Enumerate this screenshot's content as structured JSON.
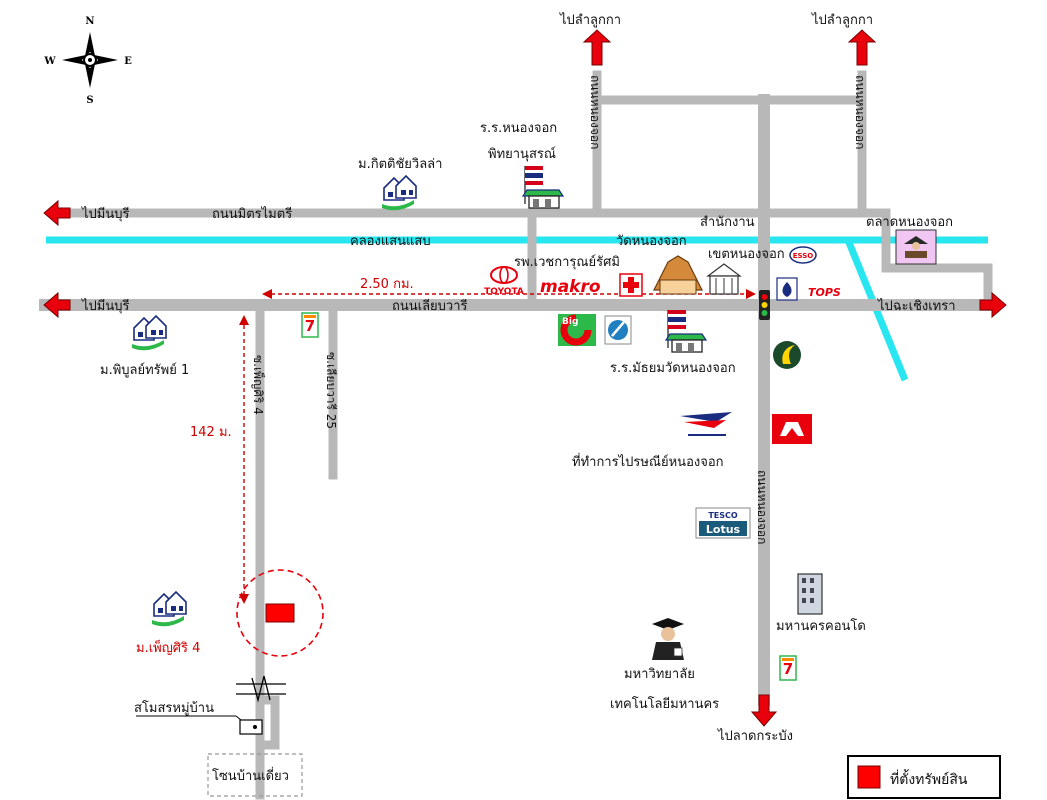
{
  "compass": {
    "n": "N",
    "s": "S",
    "e": "E",
    "w": "W"
  },
  "roads": {
    "mittraphap": "ถนนมิตรไมตรี",
    "liap_warri": "ถนนเลียบวารี",
    "canal": "คลองแสนแสบ",
    "soi_phenpsiri4": "ซ.เพ็ญศิริ 4",
    "soi_liapwari25": "ซ.เลียบวารี 25",
    "nong_chok_rd_1": "ถนนหนองจอก",
    "nong_chok_rd_2": "ถนนหนองจอก",
    "nong_chok_rd_3": "ถนนหนองจอก"
  },
  "directions": {
    "to_lam_luk_ka_1": "ไปลำลูกกา",
    "to_lam_luk_ka_2": "ไปลำลูกกา",
    "to_min_buri_1": "ไปมีนบุรี",
    "to_min_buri_2": "ไปมีนบุรี",
    "to_chachoengsao": "ไปฉะเชิงเทรา",
    "to_lat_krabang": "ไปลาดกระบัง"
  },
  "distances": {
    "main": "2.50 กม.",
    "soi": "142 ม."
  },
  "places": {
    "school_1a": "ร.ร.หนองจอก",
    "school_1b": "พิทยานุสรณ์",
    "kitchai_villa": "ม.กิตติชัยวิลล่า",
    "office_a": "สำนักงาน",
    "office_b": "เขตหนองจอก",
    "market": "ตลาดหนองจอก",
    "wat": "วัดหนองจอก",
    "hospital": "รพ.เวชการุณย์รัศมิ",
    "makro": "makro",
    "toyota": "TOYOTA",
    "tops": "TOPS",
    "esso": "ESSO",
    "phiboon": "ม.พิบูลย์ทรัพย์ 1",
    "school_2": "ร.ร.มัธยมวัดหนองจอก",
    "post_office": "ที่ทำการไปรษณีย์หนองจอก",
    "tesco_1": "TESCO",
    "tesco_2": "Lotus",
    "condo": "มหานครคอนโด",
    "university_1": "มหาวิทยาลัย",
    "university_2": "เทคโนโลยีมหานคร",
    "phensiri4": "ม.เพ็ญศิริ 4",
    "clubhouse": "สโมสรหมู่บ้าน",
    "zone": "โซนบ้านเดี่ยว",
    "big_c": "Big"
  },
  "legend": {
    "label": "ที่ตั้งทรัพย์สิน",
    "color": "#ff0000"
  },
  "colors": {
    "road": "#b8b8b8",
    "canal": "#27e6ef",
    "arrow": "#e8000d",
    "distance": "#d00000"
  }
}
